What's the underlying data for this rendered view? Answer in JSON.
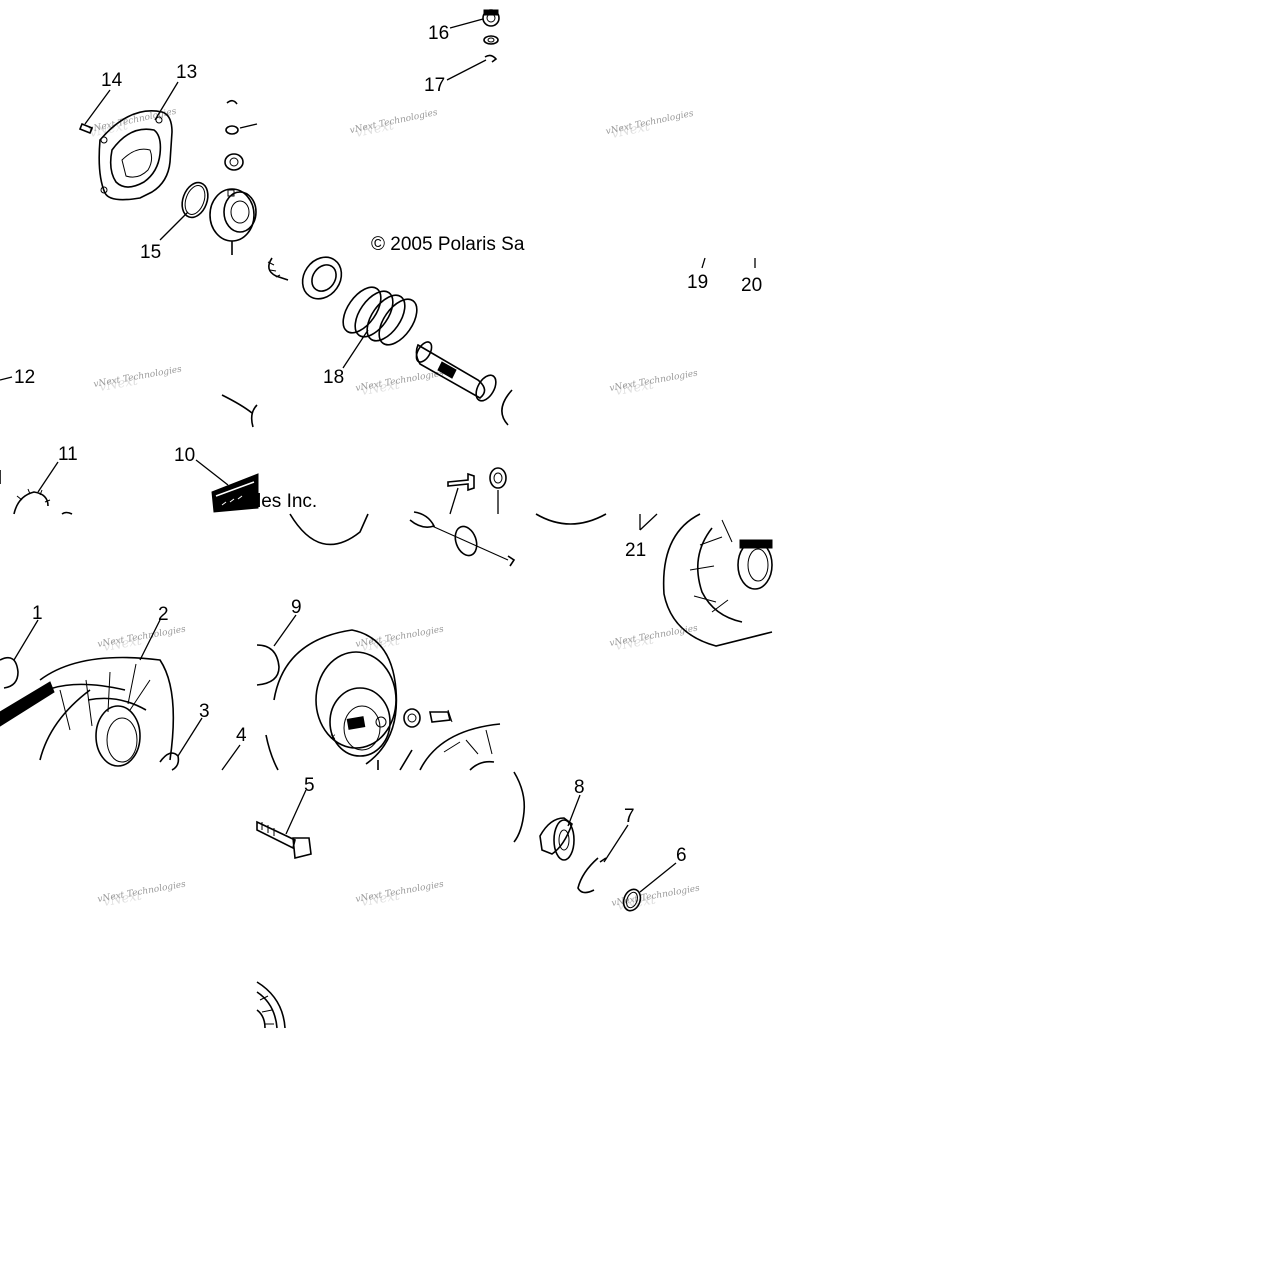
{
  "diagram": {
    "copyright_left": "© 2005 Polaris Sa",
    "copyright_right": "les Inc.",
    "watermark": "vNext Technologies",
    "callouts": [
      "16",
      "17",
      "14",
      "13",
      "15",
      "19",
      "20",
      "18",
      "12",
      "11",
      "10",
      "21",
      "1",
      "2",
      "3",
      "4",
      "9",
      "5",
      "8",
      "7",
      "6"
    ]
  }
}
